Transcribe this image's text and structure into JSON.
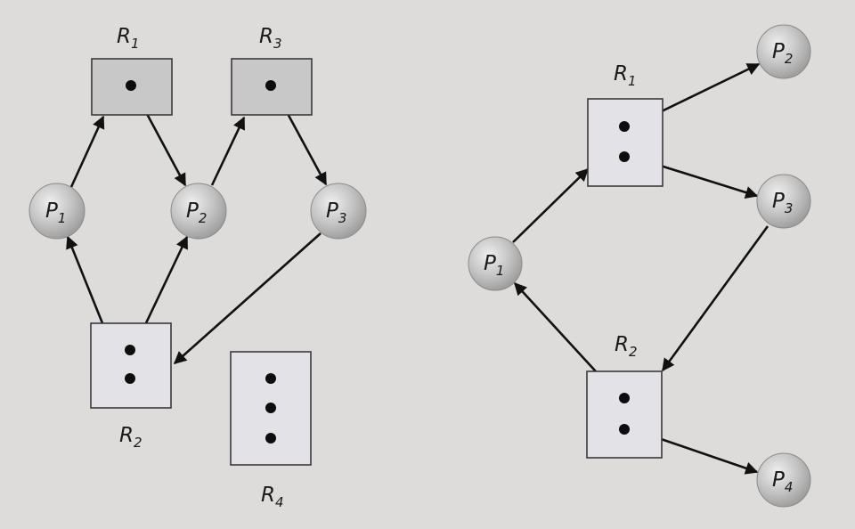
{
  "colors": {
    "background": "#dddcdb",
    "resource_dark": "#c9c8c8",
    "resource_light": "#e3e3e7",
    "process_fill": "#c2c2c2",
    "edge": "#111111"
  },
  "graph_left": {
    "processes": [
      {
        "id": "L-P1",
        "letter": "P",
        "sub": "1"
      },
      {
        "id": "L-P2",
        "letter": "P",
        "sub": "2"
      },
      {
        "id": "L-P3",
        "letter": "P",
        "sub": "3"
      }
    ],
    "resources": [
      {
        "id": "L-R1",
        "letter": "R",
        "sub": "1",
        "instances": 1
      },
      {
        "id": "L-R3",
        "letter": "R",
        "sub": "3",
        "instances": 1
      },
      {
        "id": "L-R2",
        "letter": "R",
        "sub": "2",
        "instances": 2
      },
      {
        "id": "L-R4",
        "letter": "R",
        "sub": "4",
        "instances": 3
      }
    ],
    "edges": [
      {
        "from": "L-P1",
        "to": "L-R1",
        "kind": "request"
      },
      {
        "from": "L-R1",
        "to": "L-P2",
        "kind": "assignment"
      },
      {
        "from": "L-P2",
        "to": "L-R3",
        "kind": "request"
      },
      {
        "from": "L-R3",
        "to": "L-P3",
        "kind": "assignment"
      },
      {
        "from": "L-P3",
        "to": "L-R2",
        "kind": "request"
      },
      {
        "from": "L-R2",
        "to": "L-P1",
        "kind": "assignment"
      },
      {
        "from": "L-R2",
        "to": "L-P2",
        "kind": "assignment"
      }
    ]
  },
  "graph_right": {
    "processes": [
      {
        "id": "R-P1",
        "letter": "P",
        "sub": "1"
      },
      {
        "id": "R-P2",
        "letter": "P",
        "sub": "2"
      },
      {
        "id": "R-P3",
        "letter": "P",
        "sub": "3"
      },
      {
        "id": "R-P4",
        "letter": "P",
        "sub": "4"
      }
    ],
    "resources": [
      {
        "id": "R-R1",
        "letter": "R",
        "sub": "1",
        "instances": 2
      },
      {
        "id": "R-R2",
        "letter": "R",
        "sub": "2",
        "instances": 2
      }
    ],
    "edges": [
      {
        "from": "R-P1",
        "to": "R-R1",
        "kind": "request"
      },
      {
        "from": "R-R1",
        "to": "R-P2",
        "kind": "assignment"
      },
      {
        "from": "R-R1",
        "to": "R-P3",
        "kind": "assignment"
      },
      {
        "from": "R-P3",
        "to": "R-R2",
        "kind": "request"
      },
      {
        "from": "R-R2",
        "to": "R-P1",
        "kind": "assignment"
      },
      {
        "from": "R-R2",
        "to": "R-P4",
        "kind": "assignment"
      }
    ]
  }
}
